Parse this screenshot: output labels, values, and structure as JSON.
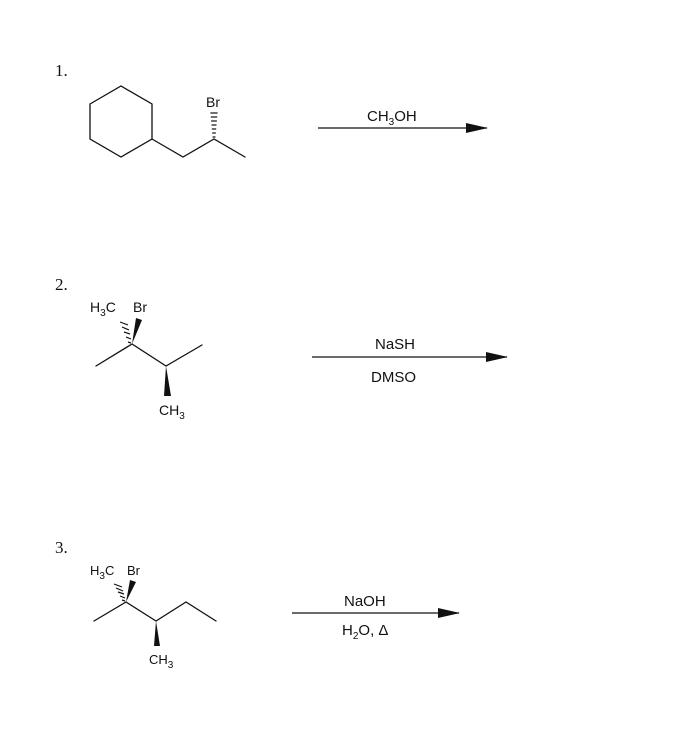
{
  "problems": [
    {
      "number": "1.",
      "substituent": "Br",
      "reagent_main": "CH",
      "reagent_sub": "3",
      "reagent_tail": "OH"
    },
    {
      "number": "2.",
      "left_group_main": "H",
      "left_group_sub": "3",
      "left_group_tail": "C",
      "substituent": "Br",
      "bottom_group_main": "CH",
      "bottom_group_sub": "3",
      "reagent_above": "NaSH",
      "reagent_below": "DMSO"
    },
    {
      "number": "3.",
      "left_group_main": "H",
      "left_group_sub": "3",
      "left_group_tail": "C",
      "substituent": "Br",
      "bottom_group_main": "CH",
      "bottom_group_sub": "3",
      "reagent_above": "NaOH",
      "reagent_below_main": "H",
      "reagent_below_sub": "2",
      "reagent_below_tail": "O, Δ"
    }
  ]
}
